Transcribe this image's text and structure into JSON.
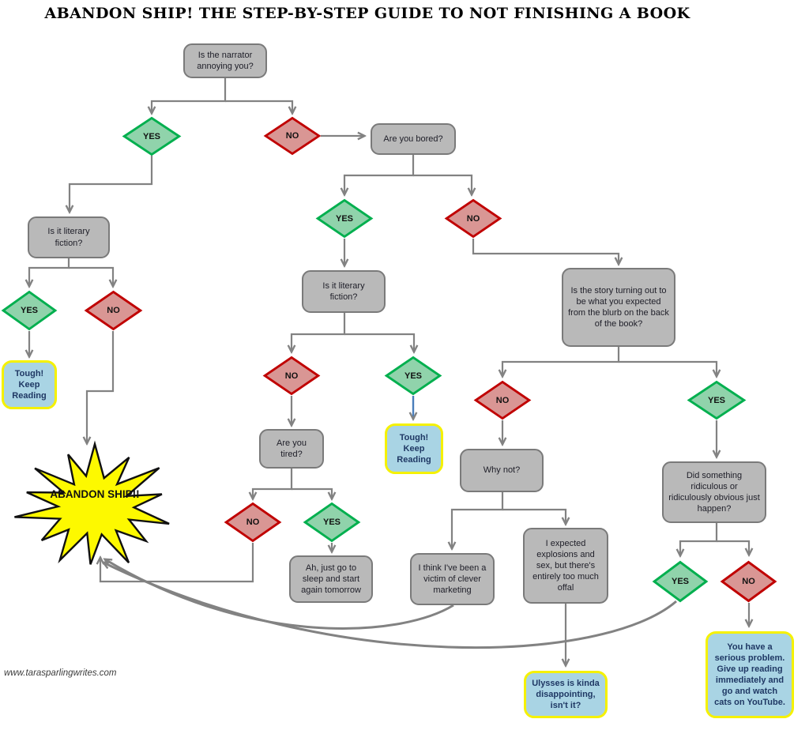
{
  "title": "ABANDON SHIP! THE STEP-BY-STEP GUIDE TO NOT FINISHING A BOOK",
  "watermark": "www.tarasparlingwrites.com",
  "decisions": {
    "yes": "YES",
    "no": "NO"
  },
  "nodes": {
    "narrator": "Is the narrator annoying you?",
    "bored": "Are you bored?",
    "litfic_left": "Is it literary fiction?",
    "litfic_mid": "Is it literary fiction?",
    "tired": "Are you tired?",
    "story": "Is the story turning out to be what you expected from the blurb on the back of the book?",
    "whynot": "Why not?",
    "ridiculous": "Did something ridiculous or ridiculously obvious just happen?",
    "sleep": "Ah, just go to sleep and start again tomorrow",
    "marketing": "I think I've been a victim of clever marketing",
    "offal": "I expected explosions and sex, but there's entirely too much offal",
    "tough_left": "Tough! Keep Reading",
    "tough_mid": "Tough! Keep Reading",
    "ulysses": "Ulysses is kinda disappointing, isn't it?",
    "youtube": "You have a serious problem. Give up reading immediately and go and watch cats on YouTube.",
    "abandon": "ABANDON SHIP!!"
  },
  "colors": {
    "question_fill": "#b9b9b9",
    "question_border": "#7a7a7a",
    "yes_fill": "#90d3ab",
    "yes_border": "#00af4e",
    "no_fill": "#d99694",
    "no_border": "#c00000",
    "result_fill": "#a9d4e4",
    "result_border": "#f5f100",
    "result_text": "#1f3864",
    "star_fill": "#fdf900",
    "connector": "#828282",
    "blue_arrow": "#4a7ebb",
    "text_dark": "#1e1e28"
  }
}
